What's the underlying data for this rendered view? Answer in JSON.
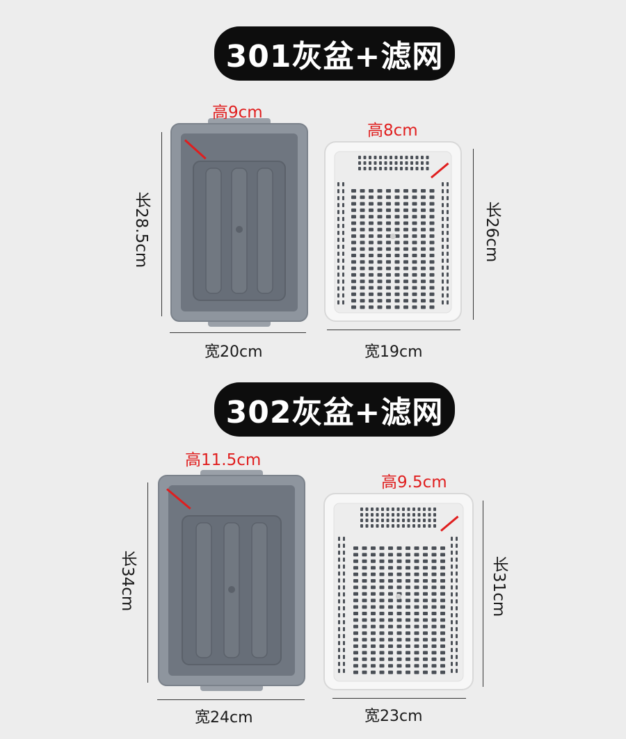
{
  "sections": [
    {
      "title": "301灰盆+滤网",
      "basin": {
        "height": "高9cm",
        "length": "长28.5cm",
        "width": "宽20cm"
      },
      "strainer": {
        "height": "高8cm",
        "length": "长26cm",
        "width": "宽19cm"
      }
    },
    {
      "title": "302灰盆+滤网",
      "basin": {
        "height": "高11.5cm",
        "length": "长34cm",
        "width": "宽24cm"
      },
      "strainer": {
        "height": "高9.5cm",
        "length": "长31cm",
        "width": "宽23cm"
      }
    }
  ],
  "colors": {
    "background": "#ededed",
    "pill": "#0d0d0d",
    "basin_gray": "#8e959e",
    "basin_inner": "#6f7680",
    "strainer_white": "#f7f7f7",
    "holes": "#4a4f56",
    "accent_red": "#e01e1e"
  }
}
